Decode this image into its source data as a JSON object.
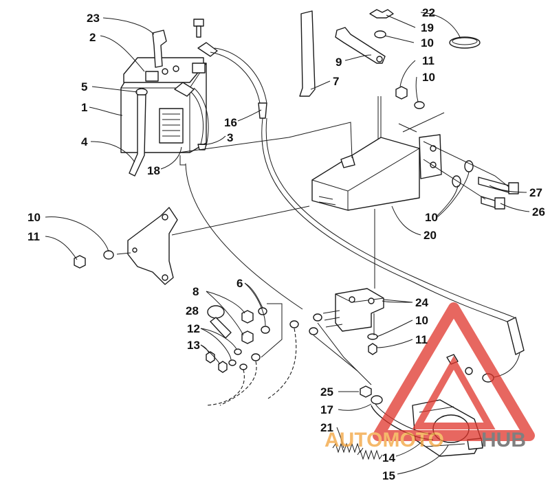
{
  "callouts": [
    "23",
    "2",
    "5",
    "1",
    "4",
    "18",
    "3",
    "16",
    "22",
    "19",
    "10",
    "9",
    "7",
    "11",
    "10",
    "27",
    "26",
    "10",
    "20",
    "10",
    "11",
    "8",
    "6",
    "28",
    "12",
    "13",
    "24",
    "10",
    "11",
    "25",
    "17",
    "21",
    "14",
    "15"
  ],
  "watermark": {
    "text_left": "AUTOMOTO",
    "text_right": "HUB",
    "color_red": "#e0352b",
    "color_orange": "#f2a23a",
    "color_gray": "#555555"
  }
}
